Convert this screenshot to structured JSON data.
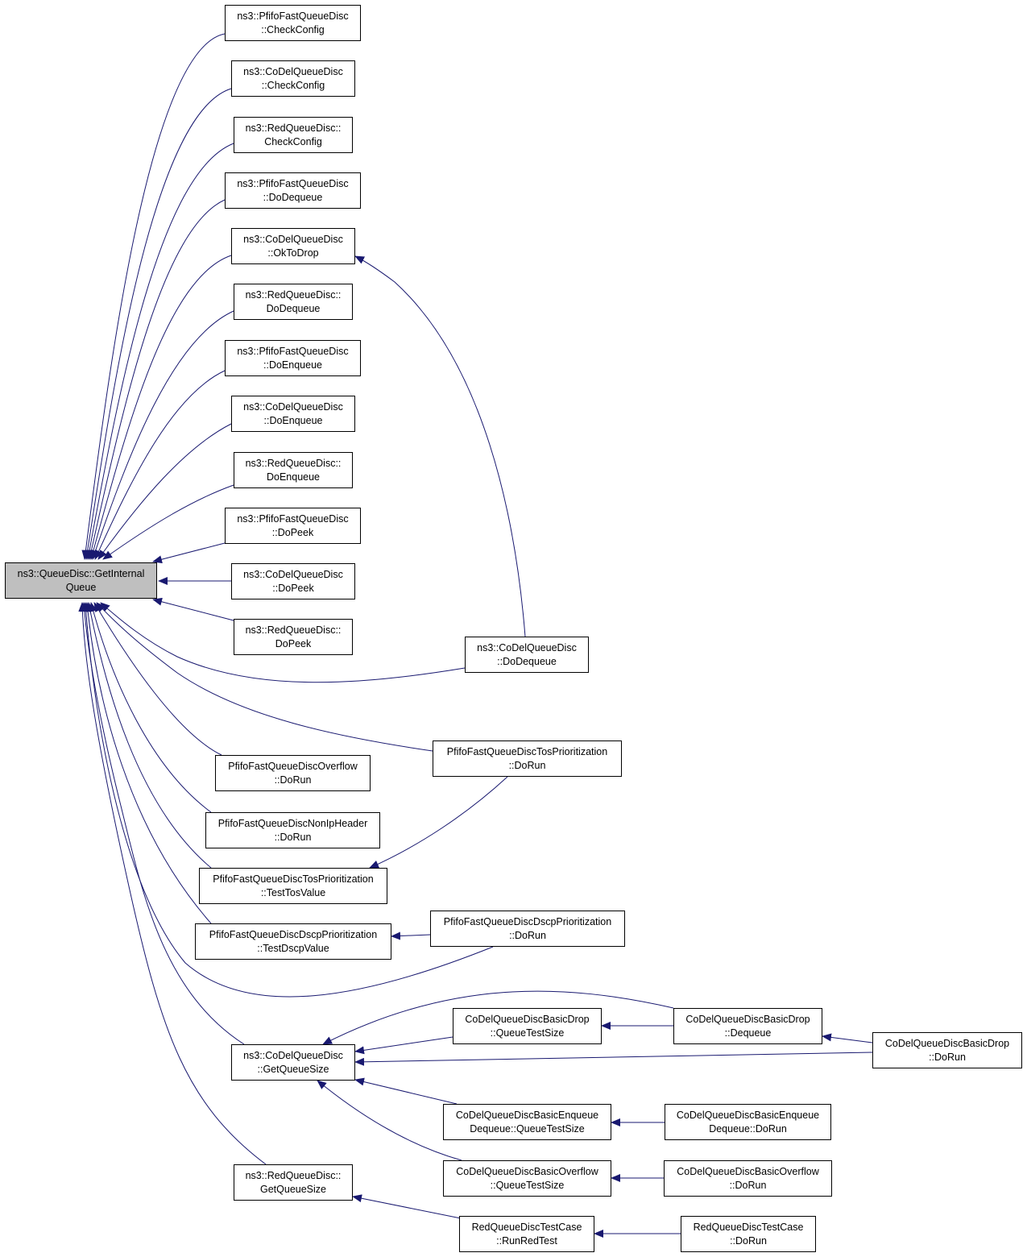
{
  "colors": {
    "edge": "#191970",
    "root_fill": "#bfbfbf",
    "node_fill": "#ffffff",
    "node_border": "#000000"
  },
  "nodes": {
    "root": {
      "lines": [
        "ns3::QueueDisc::GetInternal",
        "Queue"
      ]
    },
    "pf_check": {
      "lines": [
        "ns3::PfifoFastQueueDisc",
        "::CheckConfig"
      ]
    },
    "cd_check": {
      "lines": [
        "ns3::CoDelQueueDisc",
        "::CheckConfig"
      ]
    },
    "rd_check": {
      "lines": [
        "ns3::RedQueueDisc::",
        "CheckConfig"
      ]
    },
    "pf_deq": {
      "lines": [
        "ns3::PfifoFastQueueDisc",
        "::DoDequeue"
      ]
    },
    "cd_ok": {
      "lines": [
        "ns3::CoDelQueueDisc",
        "::OkToDrop"
      ]
    },
    "rd_deq": {
      "lines": [
        "ns3::RedQueueDisc::",
        "DoDequeue"
      ]
    },
    "pf_enq": {
      "lines": [
        "ns3::PfifoFastQueueDisc",
        "::DoEnqueue"
      ]
    },
    "cd_enq": {
      "lines": [
        "ns3::CoDelQueueDisc",
        "::DoEnqueue"
      ]
    },
    "rd_enq": {
      "lines": [
        "ns3::RedQueueDisc::",
        "DoEnqueue"
      ]
    },
    "pf_peek": {
      "lines": [
        "ns3::PfifoFastQueueDisc",
        "::DoPeek"
      ]
    },
    "cd_peek": {
      "lines": [
        "ns3::CoDelQueueDisc",
        "::DoPeek"
      ]
    },
    "rd_peek": {
      "lines": [
        "ns3::RedQueueDisc::",
        "DoPeek"
      ]
    },
    "cd_deq": {
      "lines": [
        "ns3::CoDelQueueDisc",
        "::DoDequeue"
      ]
    },
    "pf_tos_run": {
      "lines": [
        "PfifoFastQueueDiscTosPrioritization",
        "::DoRun"
      ]
    },
    "pf_ovf_run": {
      "lines": [
        "PfifoFastQueueDiscOverflow",
        "::DoRun"
      ]
    },
    "pf_nonip_run": {
      "lines": [
        "PfifoFastQueueDiscNonIpHeader",
        "::DoRun"
      ]
    },
    "pf_tos_test": {
      "lines": [
        "PfifoFastQueueDiscTosPrioritization",
        "::TestTosValue"
      ]
    },
    "pf_dscp_test": {
      "lines": [
        "PfifoFastQueueDiscDscpPrioritization",
        "::TestDscpValue"
      ]
    },
    "pf_dscp_run": {
      "lines": [
        "PfifoFastQueueDiscDscpPrioritization",
        "::DoRun"
      ]
    },
    "cd_qsize": {
      "lines": [
        "ns3::CoDelQueueDisc",
        "::GetQueueSize"
      ]
    },
    "bd_qts": {
      "lines": [
        "CoDelQueueDiscBasicDrop",
        "::QueueTestSize"
      ]
    },
    "bd_deq": {
      "lines": [
        "CoDelQueueDiscBasicDrop",
        "::Dequeue"
      ]
    },
    "bd_run": {
      "lines": [
        "CoDelQueueDiscBasicDrop",
        "::DoRun"
      ]
    },
    "be_qts": {
      "lines": [
        "CoDelQueueDiscBasicEnqueue",
        "Dequeue::QueueTestSize"
      ]
    },
    "be_run": {
      "lines": [
        "CoDelQueueDiscBasicEnqueue",
        "Dequeue::DoRun"
      ]
    },
    "bo_qts": {
      "lines": [
        "CoDelQueueDiscBasicOverflow",
        "::QueueTestSize"
      ]
    },
    "bo_run": {
      "lines": [
        "CoDelQueueDiscBasicOverflow",
        "::DoRun"
      ]
    },
    "rd_qsize": {
      "lines": [
        "ns3::RedQueueDisc::",
        "GetQueueSize"
      ]
    },
    "rt_runred": {
      "lines": [
        "RedQueueDiscTestCase",
        "::RunRedTest"
      ]
    },
    "rt_run": {
      "lines": [
        "RedQueueDiscTestCase",
        "::DoRun"
      ]
    }
  },
  "edges": [
    [
      "pf_check",
      "root"
    ],
    [
      "cd_check",
      "root"
    ],
    [
      "rd_check",
      "root"
    ],
    [
      "pf_deq",
      "root"
    ],
    [
      "cd_ok",
      "root"
    ],
    [
      "rd_deq",
      "root"
    ],
    [
      "pf_enq",
      "root"
    ],
    [
      "cd_enq",
      "root"
    ],
    [
      "rd_enq",
      "root"
    ],
    [
      "pf_peek",
      "root"
    ],
    [
      "cd_peek",
      "root"
    ],
    [
      "rd_peek",
      "root"
    ],
    [
      "cd_deq",
      "root"
    ],
    [
      "pf_tos_run",
      "root"
    ],
    [
      "pf_ovf_run",
      "root"
    ],
    [
      "pf_nonip_run",
      "root"
    ],
    [
      "pf_tos_test",
      "root"
    ],
    [
      "pf_dscp_test",
      "root"
    ],
    [
      "pf_dscp_run",
      "root"
    ],
    [
      "cd_qsize",
      "root"
    ],
    [
      "rd_qsize",
      "root"
    ],
    [
      "cd_deq",
      "cd_ok"
    ],
    [
      "pf_tos_run",
      "pf_tos_test"
    ],
    [
      "pf_dscp_run",
      "pf_dscp_test"
    ],
    [
      "bd_qts",
      "cd_qsize"
    ],
    [
      "bd_deq",
      "cd_qsize"
    ],
    [
      "bd_run",
      "cd_qsize"
    ],
    [
      "be_qts",
      "cd_qsize"
    ],
    [
      "bo_qts",
      "cd_qsize"
    ],
    [
      "bd_deq",
      "bd_qts"
    ],
    [
      "bd_run",
      "bd_deq"
    ],
    [
      "be_run",
      "be_qts"
    ],
    [
      "bo_run",
      "bo_qts"
    ],
    [
      "rt_runred",
      "rd_qsize"
    ],
    [
      "rt_run",
      "rt_runred"
    ]
  ]
}
